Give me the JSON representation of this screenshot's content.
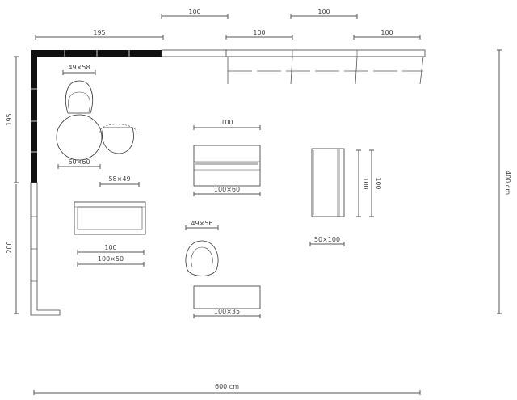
{
  "top_dims": {
    "row1": [
      "100",
      "100"
    ],
    "row2": [
      "195",
      "100",
      "100"
    ]
  },
  "left_dims": {
    "upper": "195",
    "lower": "200"
  },
  "right_dim": "400 cm",
  "bottom_dim": "600 cm",
  "labels": {
    "chair_a": "49×58",
    "round_table": "60×60",
    "side_table": "58×49",
    "sofa_width": "100",
    "sofa_size": "100×50",
    "desk_width": "100",
    "desk_size": "100×60",
    "chair_b": "49×56",
    "bench_size": "100×35",
    "cabinet_h1": "100",
    "cabinet_h2": "100",
    "cabinet_size": "50×100"
  }
}
